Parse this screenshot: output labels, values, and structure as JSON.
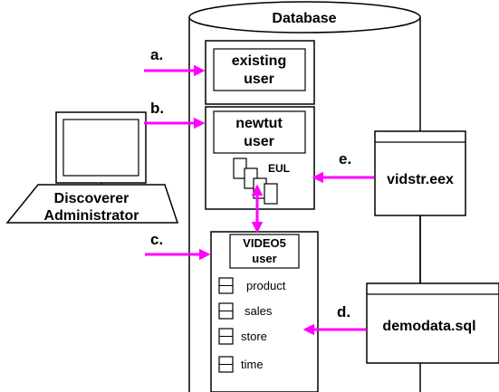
{
  "database": {
    "label": "Database"
  },
  "schemas": {
    "existing": {
      "label_line1": "existing",
      "label_line2": "user"
    },
    "newtut": {
      "label_line1": "newtut",
      "label_line2": "user",
      "eul_label": "EUL"
    },
    "video": {
      "label_line1": "VIDEO5",
      "label_line2": "user",
      "tables": [
        "product",
        "sales",
        "store",
        "time"
      ]
    }
  },
  "admin": {
    "label_line1": "Discoverer",
    "label_line2": "Administrator"
  },
  "files": {
    "vidstr": "vidstr.eex",
    "demodata": "demodata.sql"
  },
  "steps": {
    "a": "a.",
    "b": "b.",
    "c": "c.",
    "d": "d.",
    "e": "e."
  },
  "colors": {
    "arrow": "#ff00ff",
    "line": "#000000",
    "background": "#ffffff"
  }
}
